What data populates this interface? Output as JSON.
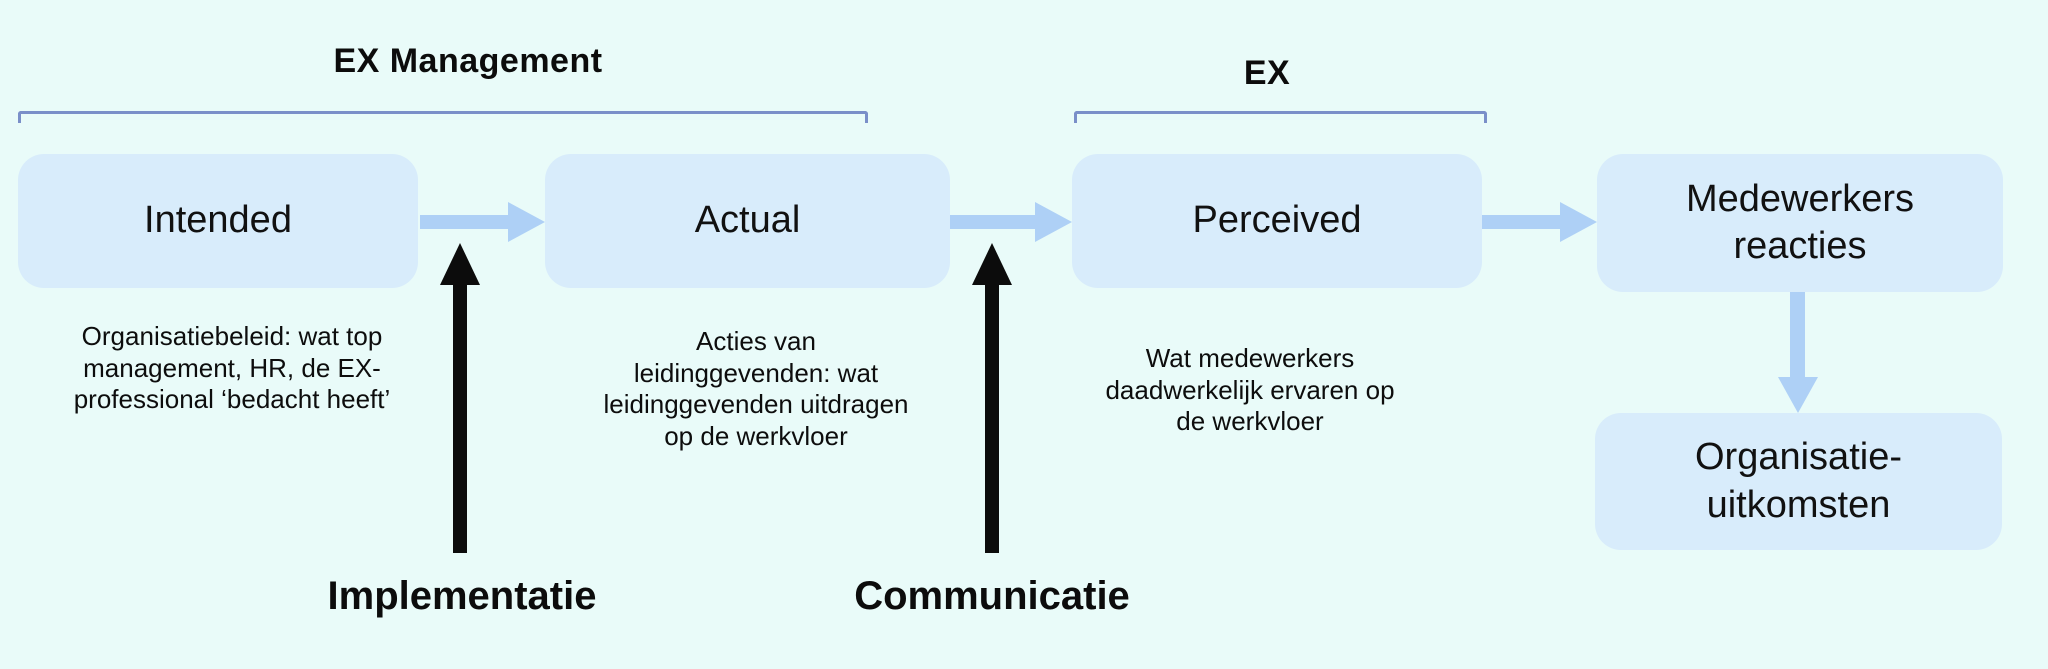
{
  "diagram": {
    "group_headers": {
      "ex_management": "EX Management",
      "ex": "EX"
    },
    "nodes": {
      "intended": {
        "label": "Intended",
        "description": "Organisatiebeleid: wat top\nmanagement, HR, de EX-\nprofessional ‘bedacht heeft’"
      },
      "actual": {
        "label": "Actual",
        "description": "Acties van\nleidinggevenden: wat\nleidinggevenden uitdragen\nop de werkvloer"
      },
      "perceived": {
        "label": "Perceived",
        "description": "Wat medewerkers\ndaadwerkelijk ervaren op\nde werkvloer"
      },
      "medewerkers_reacties": {
        "label": "Medewerkers\nreacties"
      },
      "organisatie_uitkomsten": {
        "label": "Organisatie-\nuitkomsten"
      }
    },
    "flow_labels": {
      "implementatie": "Implementatie",
      "communicatie": "Communicatie"
    },
    "colors": {
      "background": "#e9fbf9",
      "node_fill": "#d8ecfb",
      "arrow_blue": "#aed0f6",
      "bracket": "#7a8fc9",
      "black": "#0c0c0c"
    }
  }
}
